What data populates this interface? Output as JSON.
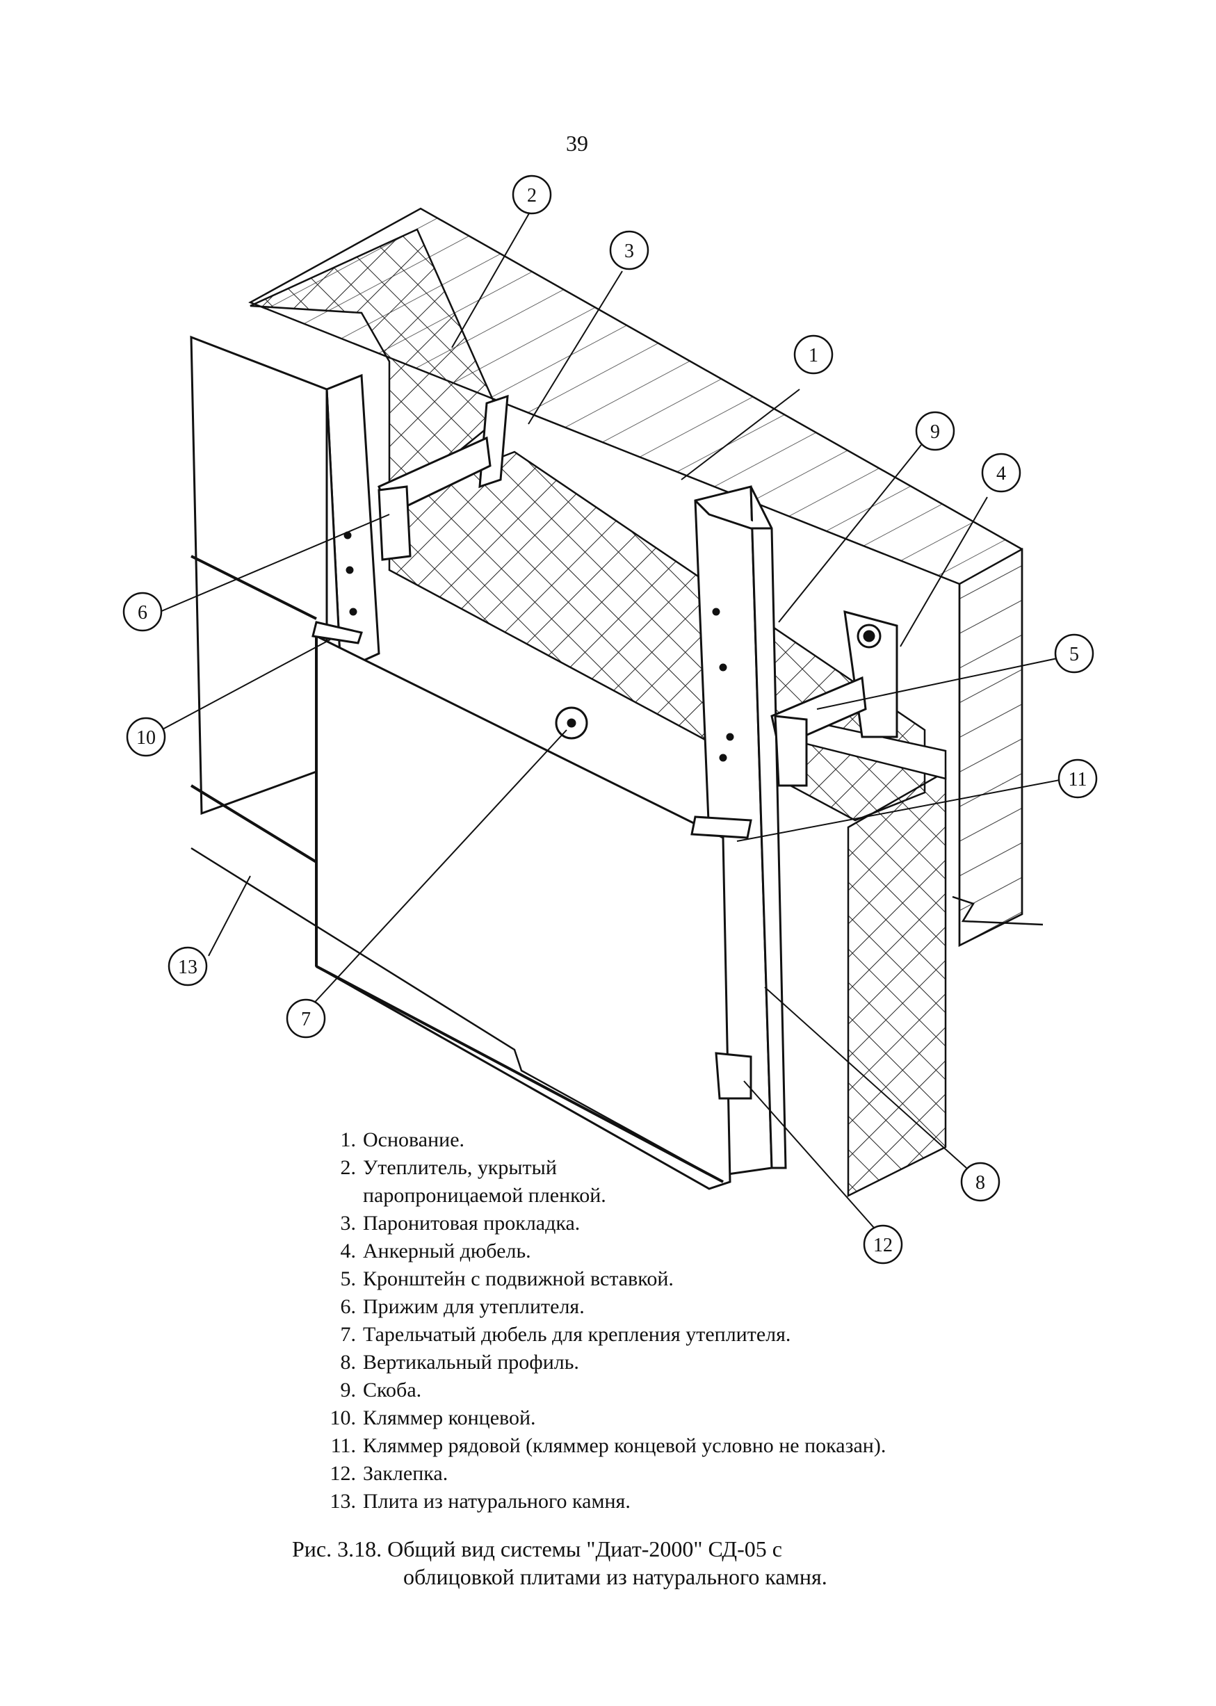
{
  "page_number": "39",
  "callouts": [
    "1",
    "2",
    "3",
    "4",
    "5",
    "6",
    "7",
    "8",
    "9",
    "10",
    "11",
    "12",
    "13"
  ],
  "legend": [
    {
      "num": "1.",
      "text": "Основание."
    },
    {
      "num": "2.",
      "text": "Утеплитель, укрытый"
    },
    {
      "num": "",
      "text": "паропроницаемой пленкой."
    },
    {
      "num": "3.",
      "text": "Паронитовая прокладка."
    },
    {
      "num": "4.",
      "text": "Анкерный дюбель."
    },
    {
      "num": "5.",
      "text": "Кронштейн с подвижной вставкой."
    },
    {
      "num": "6.",
      "text": "Прижим для утеплителя."
    },
    {
      "num": "7.",
      "text": "Тарельчатый дюбель для крепления утеплителя."
    },
    {
      "num": "8.",
      "text": "Вертикальный профиль."
    },
    {
      "num": "9.",
      "text": "Скоба."
    },
    {
      "num": "10.",
      "text": "Кляммер концевой."
    },
    {
      "num": "11.",
      "text": "Кляммер рядовой (кляммер концевой условно не показан)."
    },
    {
      "num": "12.",
      "text": "Заклепка."
    },
    {
      "num": "13.",
      "text": "Плита из натурального камня."
    }
  ],
  "caption": {
    "line1": "Рис. 3.18. Общий вид системы \"Диат-2000\" СД-05 с",
    "line2": "облицовкой плитами из натурального камня."
  }
}
